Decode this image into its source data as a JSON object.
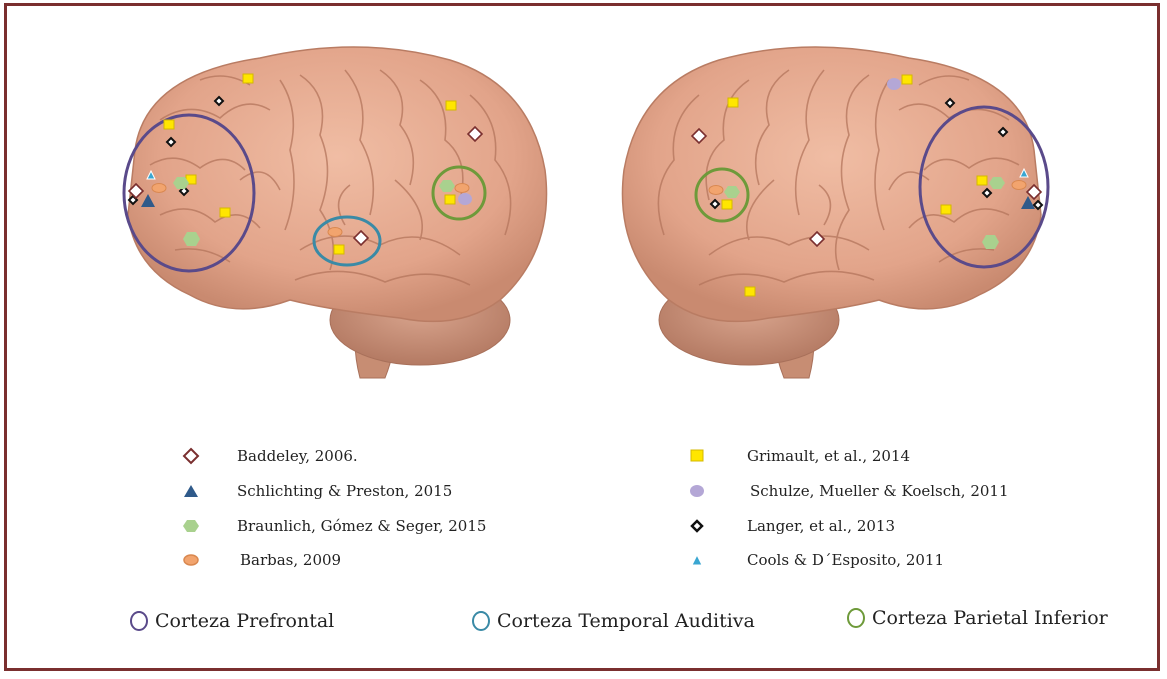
{
  "colors": {
    "frame": "#7a2f2f",
    "brain": "#e2a48a",
    "prefrontal_circle": "#5a4a8a",
    "temporal_circle": "#3a8aa6",
    "parietal_circle": "#6e9a3a",
    "baddeley": "#7a2f2f",
    "schlichting": "#2f5a8a",
    "braunlich": "#a9d18e",
    "barbas": "#f2a46e",
    "grimault": "#ffe600",
    "schulze": "#b4a7d6",
    "langer": "#111111",
    "cools": "#3aa6d1"
  },
  "legend": {
    "left": [
      {
        "label": "Baddeley, 2006.",
        "icon": "hollow-diamond-icon"
      },
      {
        "label": "Schlichting & Preston, 2015",
        "icon": "blue-triangle-icon"
      },
      {
        "label": "Braunlich, Gómez & Seger, 2015",
        "icon": "green-hexagon-icon"
      },
      {
        "label": "Barbas, 2009",
        "icon": "orange-ellipse-icon"
      }
    ],
    "right": [
      {
        "label": "Grimault, et al., 2014",
        "icon": "yellow-square-icon"
      },
      {
        "label": "Schulze, Mueller & Koelsch, 2011",
        "icon": "purple-ellipse-icon"
      },
      {
        "label": "Langer, et al., 2013",
        "icon": "black-diamond-icon"
      },
      {
        "label": "Cools & D´Esposito, 2011",
        "icon": "cyan-triangle-icon"
      }
    ]
  },
  "regions": [
    {
      "label": "Corteza Prefrontal",
      "icon": "purple-circle-icon"
    },
    {
      "label": "Corteza Temporal  Auditiva",
      "icon": "teal-circle-icon"
    },
    {
      "label": "Corteza Parietal Inferior",
      "icon": "green-circle-icon"
    }
  ]
}
